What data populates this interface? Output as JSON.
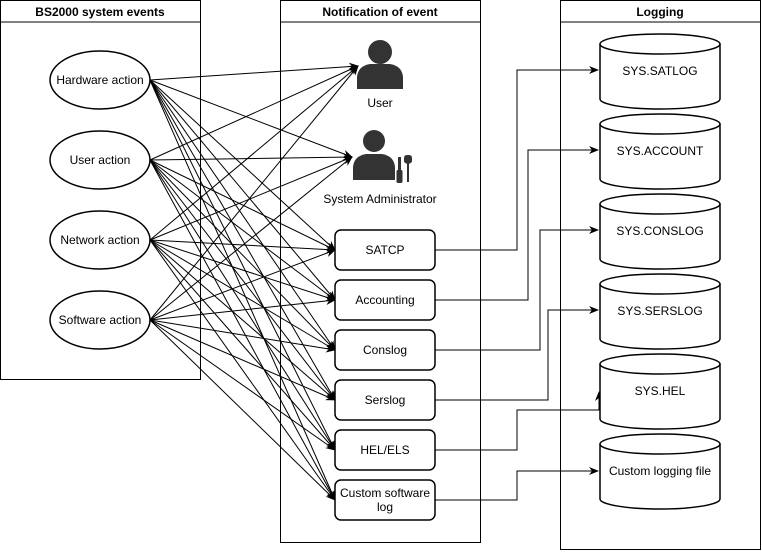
{
  "lanes": {
    "events": "BS2000 system events",
    "notification": "Notification of event",
    "logging": "Logging"
  },
  "events": [
    "Hardware action",
    "User action",
    "Network action",
    "Software action"
  ],
  "actors": {
    "user": "User",
    "admin": "System Administrator"
  },
  "targets": [
    "SATCP",
    "Accounting",
    "Conslog",
    "Serslog",
    "HEL/ELS",
    "Custom software log"
  ],
  "logs": [
    "SYS.SATLOG",
    "SYS.ACCOUNT",
    "SYS.CONSLOG",
    "SYS.SERSLOG",
    "SYS.HEL",
    "Custom logging file"
  ],
  "colors": {
    "line": "#000000",
    "fill": "#ffffff",
    "icon": "#333333"
  },
  "icons": {
    "user": "user-icon",
    "admin": "admin-tools-icon"
  }
}
